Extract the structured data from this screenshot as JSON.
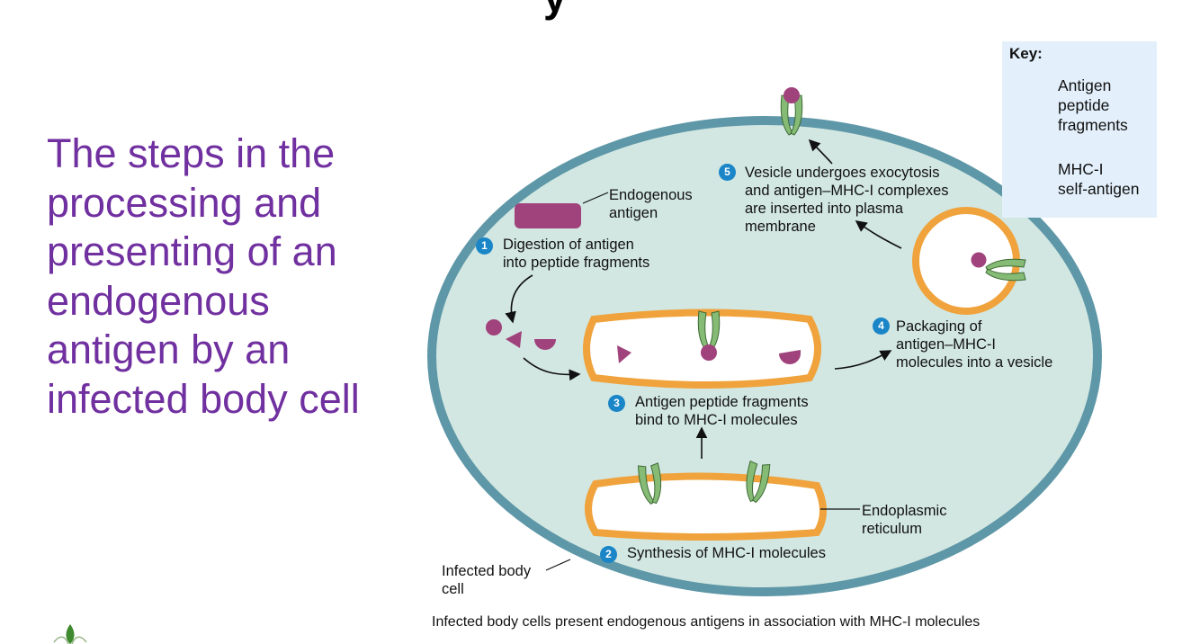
{
  "slide": {
    "heading_fragment": "y",
    "side_text_lines": [
      "The steps in the",
      "processing and",
      "presenting of an",
      "endogenous",
      "antigen by an",
      "infected body cell"
    ]
  },
  "diagram": {
    "labels": {
      "endogenous_antigen": [
        "Endogenous",
        "antigen"
      ],
      "infected_cell": [
        "Infected body",
        "cell"
      ],
      "er": [
        "Endoplasmic",
        "reticulum"
      ]
    },
    "steps": [
      {
        "number": "1",
        "lines": [
          "Digestion of antigen",
          "into peptide fragments"
        ]
      },
      {
        "number": "2",
        "lines": [
          "Synthesis of MHC-I molecules"
        ]
      },
      {
        "number": "3",
        "lines": [
          "Antigen peptide fragments",
          "bind to MHC-I molecules"
        ]
      },
      {
        "number": "4",
        "lines": [
          "Packaging of",
          "antigen–MHC-I",
          "molecules into a vesicle"
        ]
      },
      {
        "number": "5",
        "lines": [
          "Vesicle undergoes exocytosis",
          "and antigen–MHC-I complexes",
          "are inserted into plasma",
          "membrane"
        ]
      }
    ],
    "key": {
      "title": "Key:",
      "antigen_lines": [
        "Antigen",
        "peptide",
        "fragments"
      ],
      "mhc_lines": [
        "MHC-I",
        "self-antigen"
      ]
    },
    "caption": "Infected body cells present endogenous antigens in association with MHC-I molecules"
  },
  "colors": {
    "title_purple": "#7030a0",
    "cell_fill": "#d2e7e2",
    "cell_border": "#5e97a7",
    "organelle_border": "#f0a33c",
    "antigen": "#a0427c",
    "mhc": "#86bb76",
    "step_badge": "#1a86c8"
  }
}
